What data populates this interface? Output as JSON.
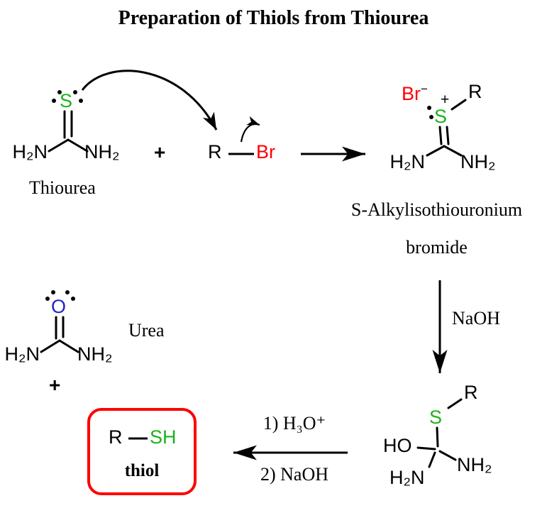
{
  "title": "Preparation of Thiols from Thiourea",
  "colors": {
    "sulfur": "#1CB21C",
    "bromine": "#FF0000",
    "oxygen": "#2222CC",
    "highlight_box": "#FF0000",
    "bonds_and_text": "#000000"
  },
  "thiourea": {
    "s": "S",
    "h2n": "H₂N",
    "nh2": "NH₂",
    "label": "Thiourea"
  },
  "plus_top": "+",
  "alkyl_bromide": {
    "r": "R",
    "br": "Br"
  },
  "isothiouronium": {
    "br": "Br",
    "charge_minus": "−",
    "charge_plus": "+",
    "s": "S",
    "r": "R",
    "h2n": "H₂N",
    "nh2": "NH₂",
    "label_line1": "S-Alkylisothiouronium",
    "label_line2": "bromide"
  },
  "naoh_arrow": {
    "label": "NaOH"
  },
  "intermediate": {
    "r": "R",
    "s": "S",
    "ho": "HO",
    "nh2": "NH₂",
    "h2n": "H₂N"
  },
  "workup_arrow": {
    "step1": "1) H₃O⁺",
    "step2": "2) NaOH"
  },
  "urea": {
    "o": "O",
    "h2n": "H₂N",
    "nh2": "NH₂",
    "label": "Urea"
  },
  "plus_bottom": "+",
  "thiol": {
    "r": "R",
    "sh": "SH",
    "label": "thiol"
  }
}
